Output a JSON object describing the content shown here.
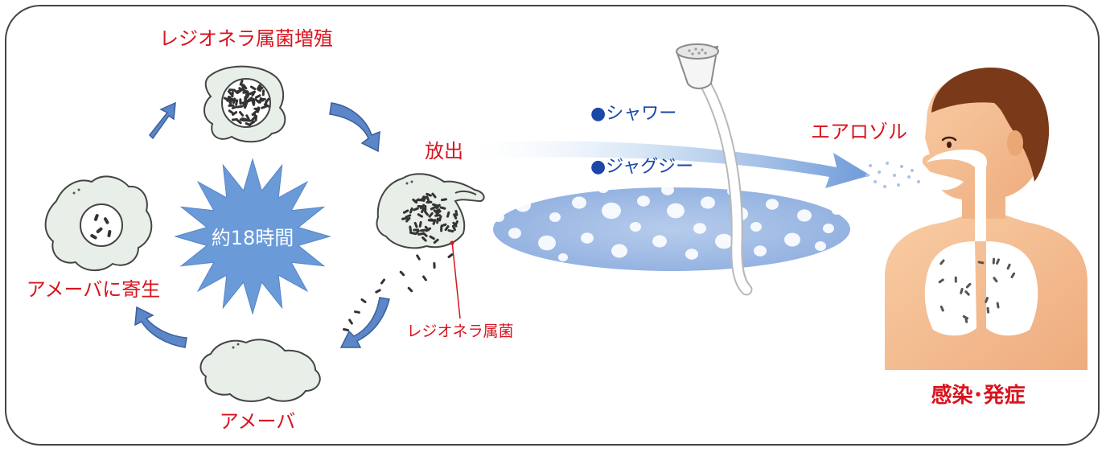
{
  "labels": {
    "proliferation": "レジオネラ属菌増殖",
    "parasitism": "アメーバに寄生",
    "amoeba": "アメーバ",
    "release": "放出",
    "legionella": "レジオネラ属菌",
    "cycle_time": "約18時間",
    "aerosol": "エアロゾル",
    "infection": "感染･発症",
    "sources": [
      "●シャワー",
      "●ジャグジー"
    ]
  },
  "colors": {
    "label_red": "#d7141e",
    "source_blue": "#1a47a8",
    "cycle_arrow": "#5b86c8",
    "burst": "#6a9ad8",
    "cell_fill": "#e8eee8",
    "water": "#9fb9e2",
    "aerosol_arrow": "#8bb0de",
    "skin": "#f6c094",
    "hair": "#7a3a1a"
  },
  "icons": [
    "shower-head-icon",
    "person-icon",
    "lungs-icon",
    "bubble-pool-icon",
    "starburst-icon"
  ]
}
